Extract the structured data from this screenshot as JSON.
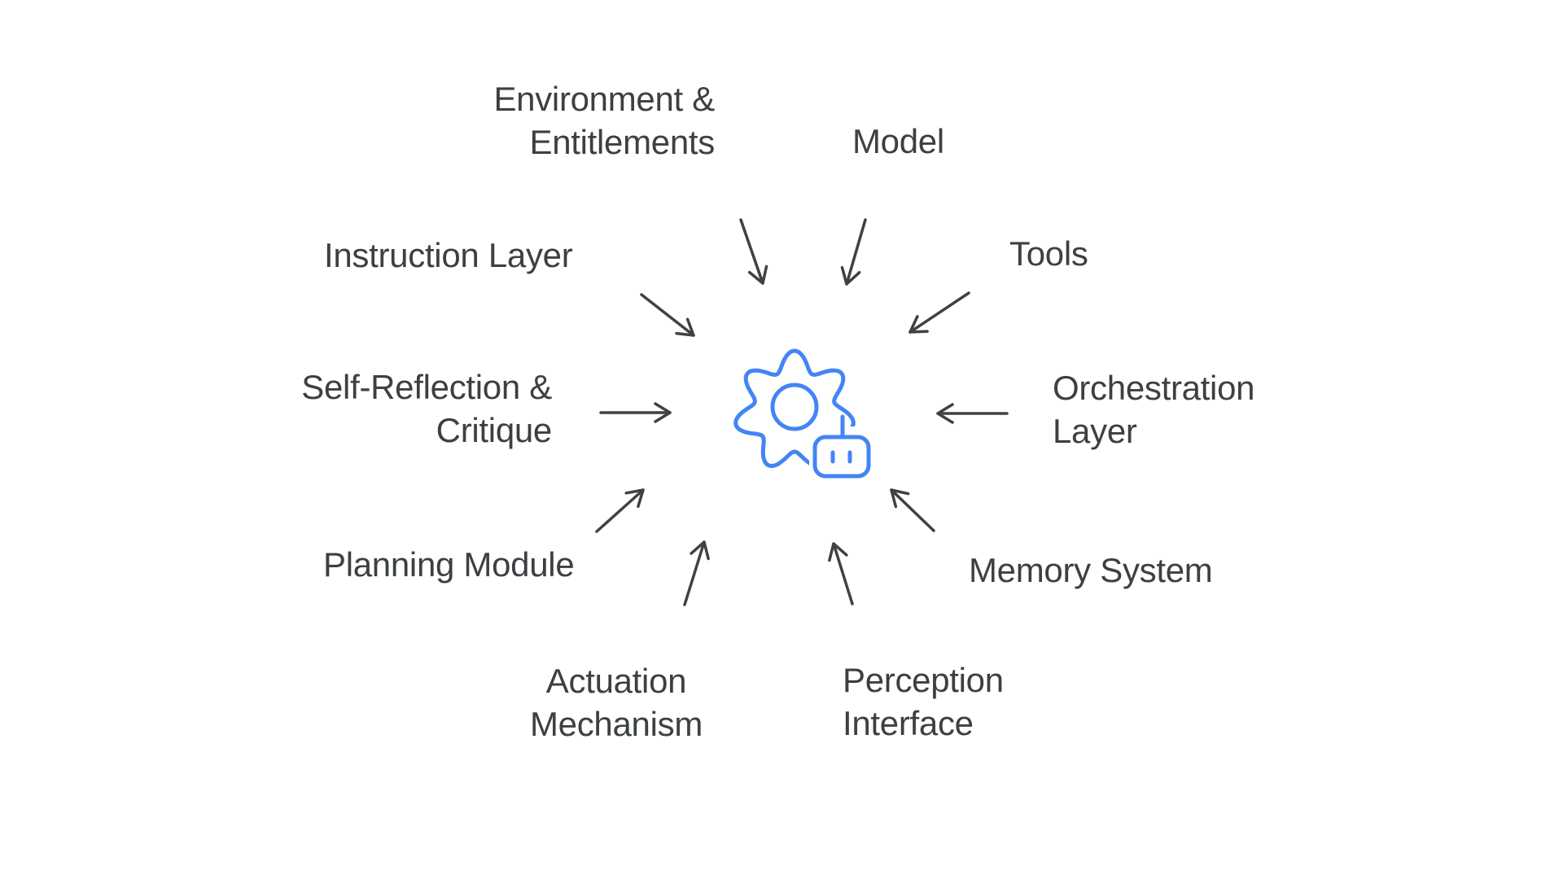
{
  "colors": {
    "background": "#ffffff",
    "accent_blue": "#4285f4",
    "text_gray": "#3c4043",
    "arrow_gray": "#3f4245"
  },
  "center": {
    "icon": "gear-robot-icon"
  },
  "nodes": [
    {
      "id": "environment-entitlements",
      "label": "Environment &\nEntitlements"
    },
    {
      "id": "model",
      "label": "Model"
    },
    {
      "id": "tools",
      "label": "Tools"
    },
    {
      "id": "orchestration-layer",
      "label": "Orchestration\nLayer"
    },
    {
      "id": "memory-system",
      "label": "Memory System"
    },
    {
      "id": "perception-interface",
      "label": "Perception\nInterface"
    },
    {
      "id": "actuation-mechanism",
      "label": "Actuation\nMechanism"
    },
    {
      "id": "planning-module",
      "label": "Planning Module"
    },
    {
      "id": "self-reflection-critique",
      "label": "Self-Reflection &\nCritique"
    },
    {
      "id": "instruction-layer",
      "label": "Instruction Layer"
    }
  ]
}
